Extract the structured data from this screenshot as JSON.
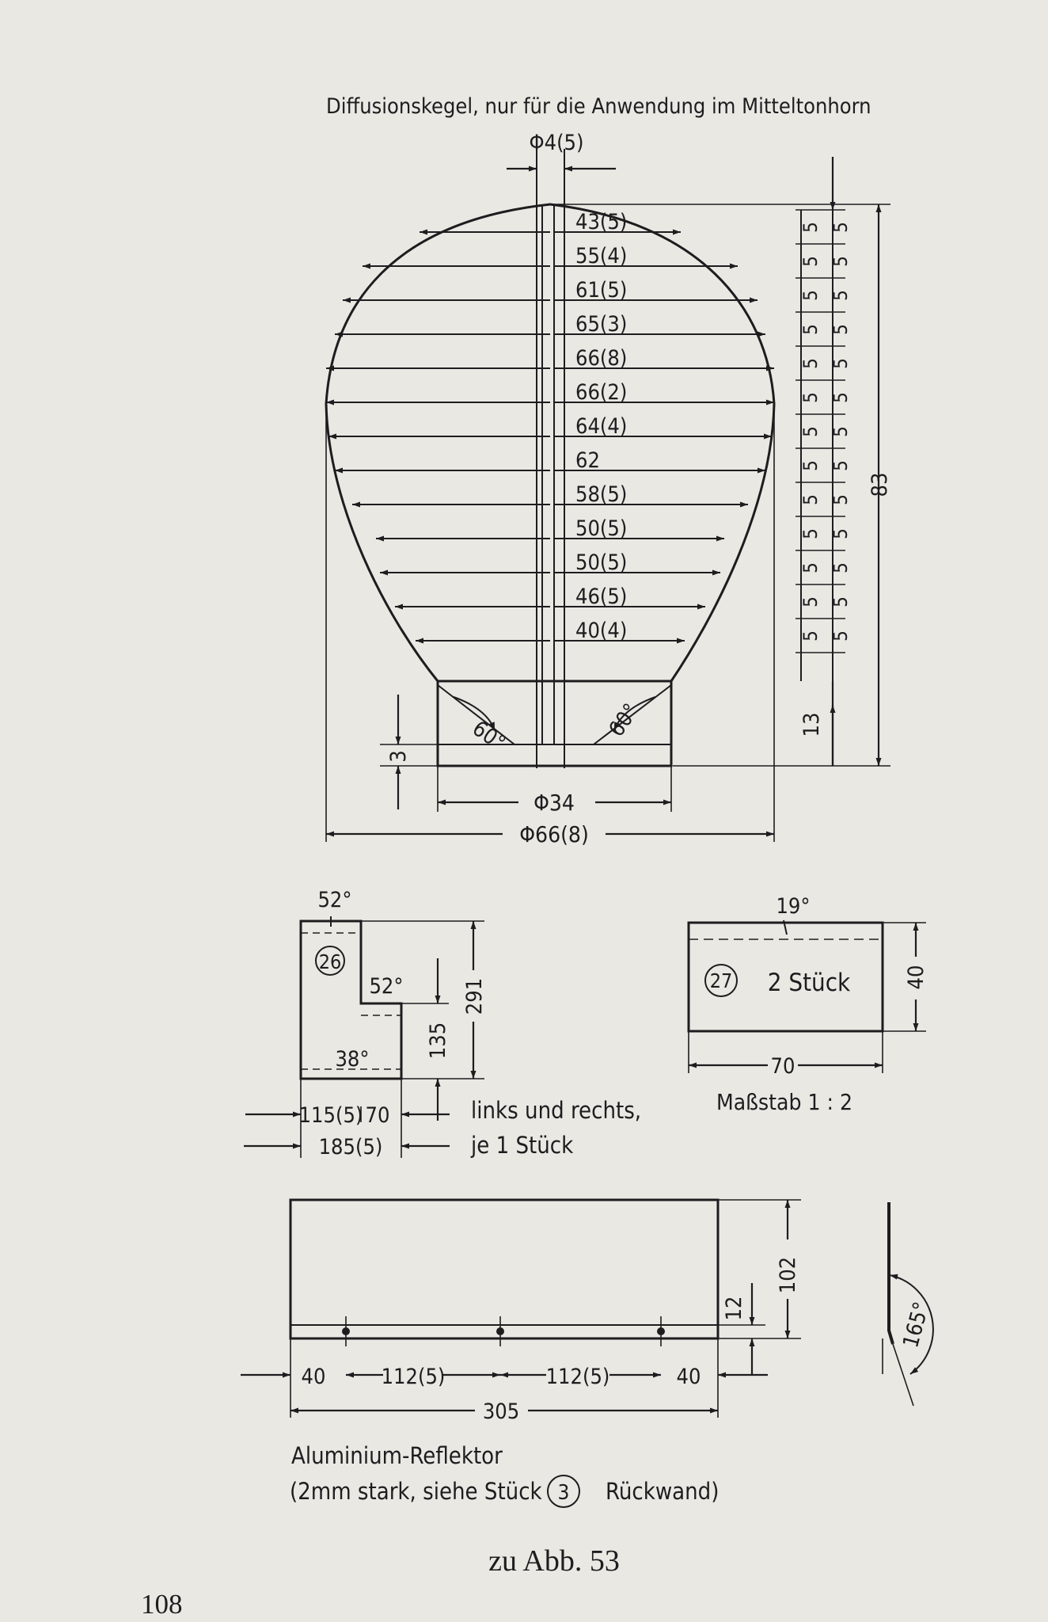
{
  "cone": {
    "title": "Diffusionskegel, nur für die Anwendung im Mitteltonhorn",
    "hole_dim": "Φ4(5)",
    "widths": [
      "43(5)",
      "55(4)",
      "61(5)",
      "65(3)",
      "66(8)",
      "66(2)",
      "64(4)",
      "62",
      "58(5)",
      "50(5)",
      "50(5)",
      "46(5)",
      "40(4)"
    ],
    "step_label": "5",
    "base_height": "13",
    "total_height": "83",
    "base_thickness": "3",
    "angle_left": "60°",
    "angle_right": "60°",
    "base_dia": "Φ34",
    "max_dia": "Φ66(8)"
  },
  "part26": {
    "number": "26",
    "angle_top": "52°",
    "angle_step": "52°",
    "angle_bottom": "38°",
    "height_step": "135",
    "height_total": "291",
    "width_a": "115(5)",
    "width_b": "70",
    "width_total": "185(5)",
    "note_line1": "links und rechts,",
    "note_line2": "je 1 Stück"
  },
  "part27": {
    "number": "27",
    "label": "2 Stück",
    "angle": "19°",
    "height": "40",
    "width": "70",
    "scale": "Maßstab 1 : 2"
  },
  "reflector": {
    "height": "102",
    "strip": "12",
    "dims": [
      "40",
      "112(5)",
      "112(5)",
      "40"
    ],
    "total": "305",
    "bend_angle": "165°",
    "caption_line1": "Aluminium-Reflektor",
    "caption_pre": "(2mm stark, siehe Stück",
    "caption_num": "3",
    "caption_post": "Rückwand)"
  },
  "figure_ref": "zu Abb. 53",
  "page_number": "108"
}
